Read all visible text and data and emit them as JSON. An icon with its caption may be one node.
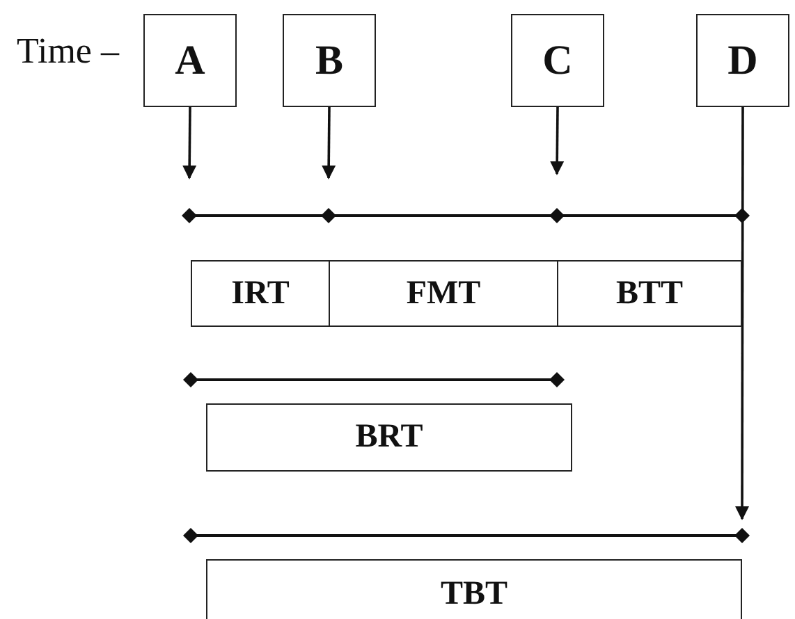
{
  "diagram": {
    "nodes": [
      {
        "text": [
          "A"
        ]
      },
      {
        "text": [
          "B"
        ]
      },
      {
        "text": [
          "C"
        ]
      },
      {
        "text": [
          "D"
        ]
      },
      {
        "text": [
          "IRT"
        ]
      },
      {
        "text": [
          "FMT"
        ]
      },
      {
        "text": [
          "BTT"
        ]
      },
      {
        "text": [
          "BRT"
        ]
      },
      {
        "text": [
          "TBT"
        ]
      }
    ],
    "edges": [
      {
        "from": 0,
        "to": null,
        "arrow": "to"
      },
      {
        "from": 1,
        "to": null,
        "arrow": "to"
      },
      {
        "from": 2,
        "to": null,
        "arrow": "to"
      },
      {
        "from": 3,
        "to": null,
        "arrow": "to"
      }
    ],
    "labels": [
      "Time –"
    ]
  }
}
